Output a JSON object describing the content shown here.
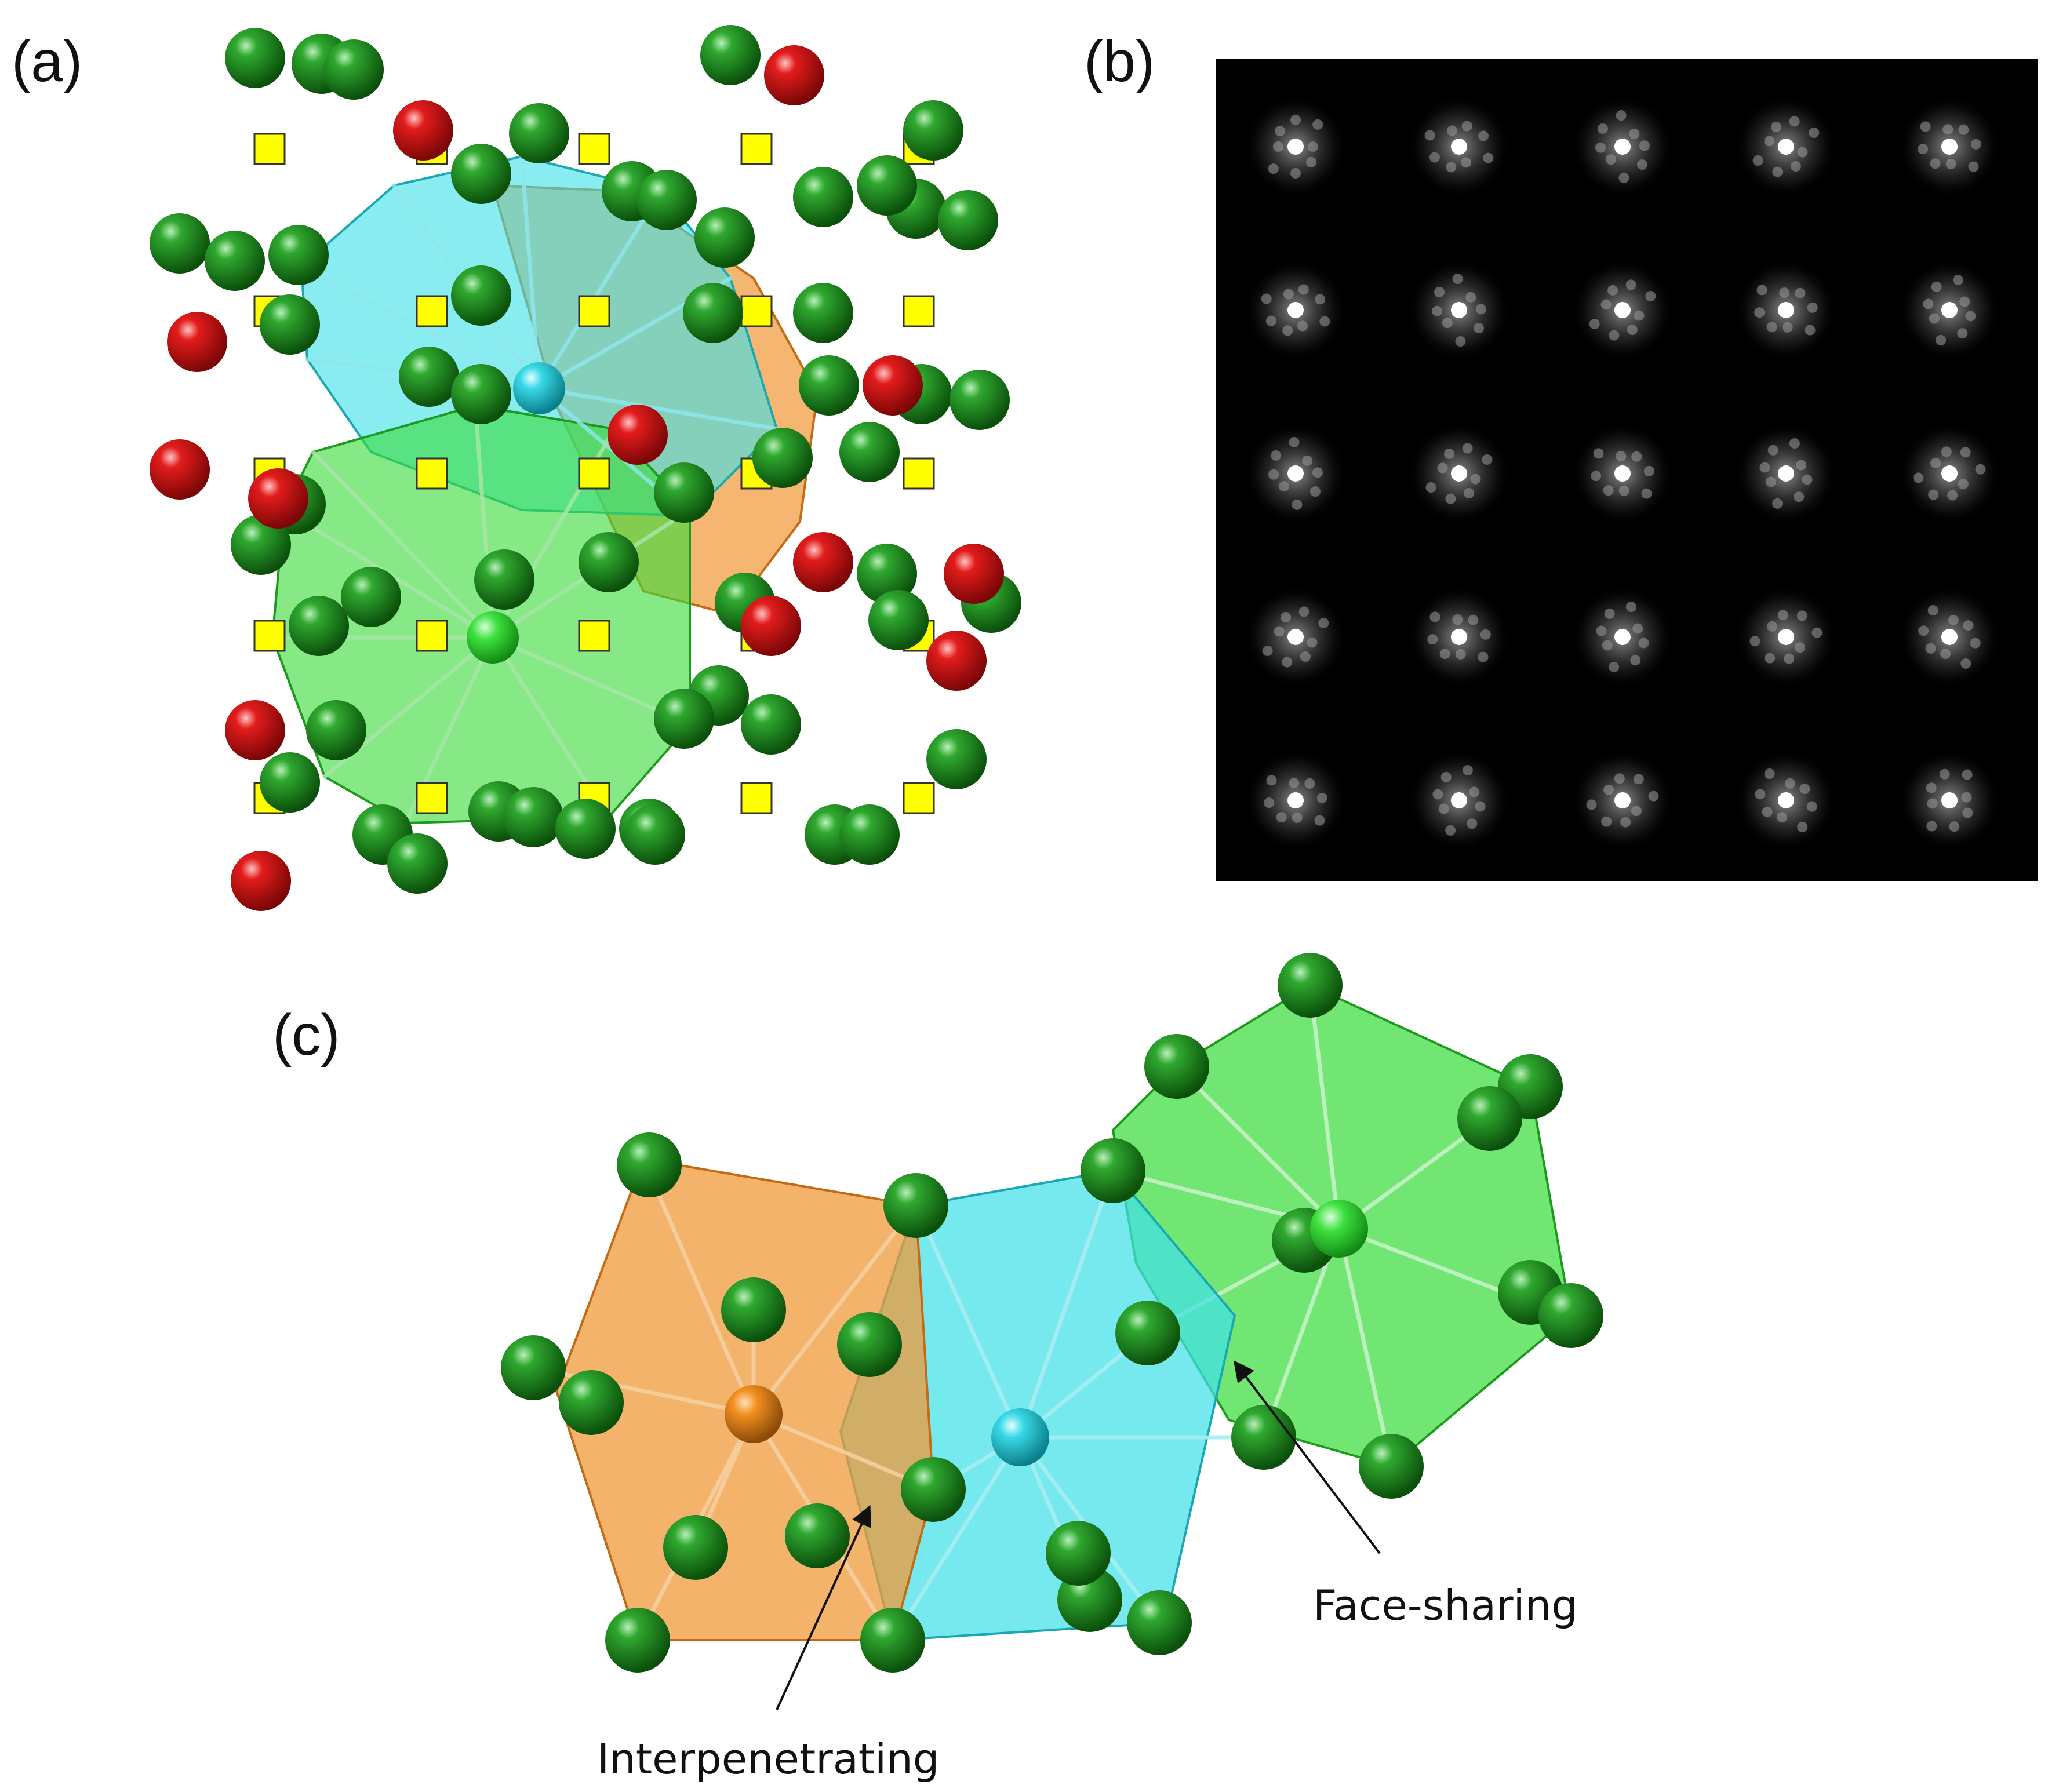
{
  "figure": {
    "panel_labels": [
      "(a)",
      "(b)",
      "(c)"
    ],
    "annotations": {
      "face_sharing": "Face-sharing",
      "interpenetrating": "Interpenetrating"
    }
  },
  "colors": {
    "green_atom": "#1f8a1f",
    "red_atom": "#d81818",
    "site_marker": "#ffff00",
    "cyan_polyhedron": "#40e0e8",
    "green_polyhedron": "#3cdc3c",
    "orange_polyhedron": "#f09a3a",
    "diffraction_background": "#000000"
  },
  "panel_b": {
    "rows": 5,
    "columns": 5
  }
}
